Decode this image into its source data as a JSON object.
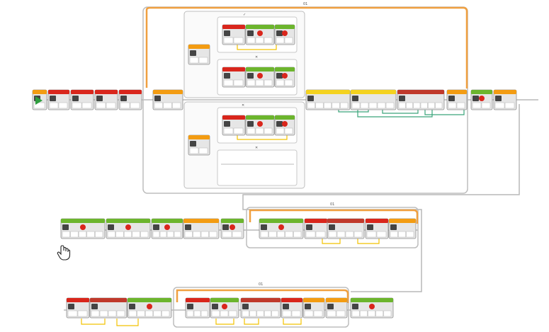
{
  "loops": {
    "outer_label": "01",
    "middle_label": "01",
    "bottom_label": "01"
  },
  "switch_labels": {
    "case_a": "✓",
    "case_b": "✕",
    "case_c": "✕",
    "case_d": "✕"
  },
  "colors": {
    "action_red": "#d9261c",
    "motor_green": "#6cb52d",
    "flow_orange": "#f39c12",
    "sensor_yellow": "#f4d21f",
    "data_red": "#c0392b",
    "wire_yellow": "#f2c200",
    "wire_green": "#3aa57a",
    "loop_border": "#f0a040",
    "block_grey": "#e6e6e6"
  },
  "icons": {
    "start": "start-icon",
    "cursor": "hand-cursor-icon"
  }
}
